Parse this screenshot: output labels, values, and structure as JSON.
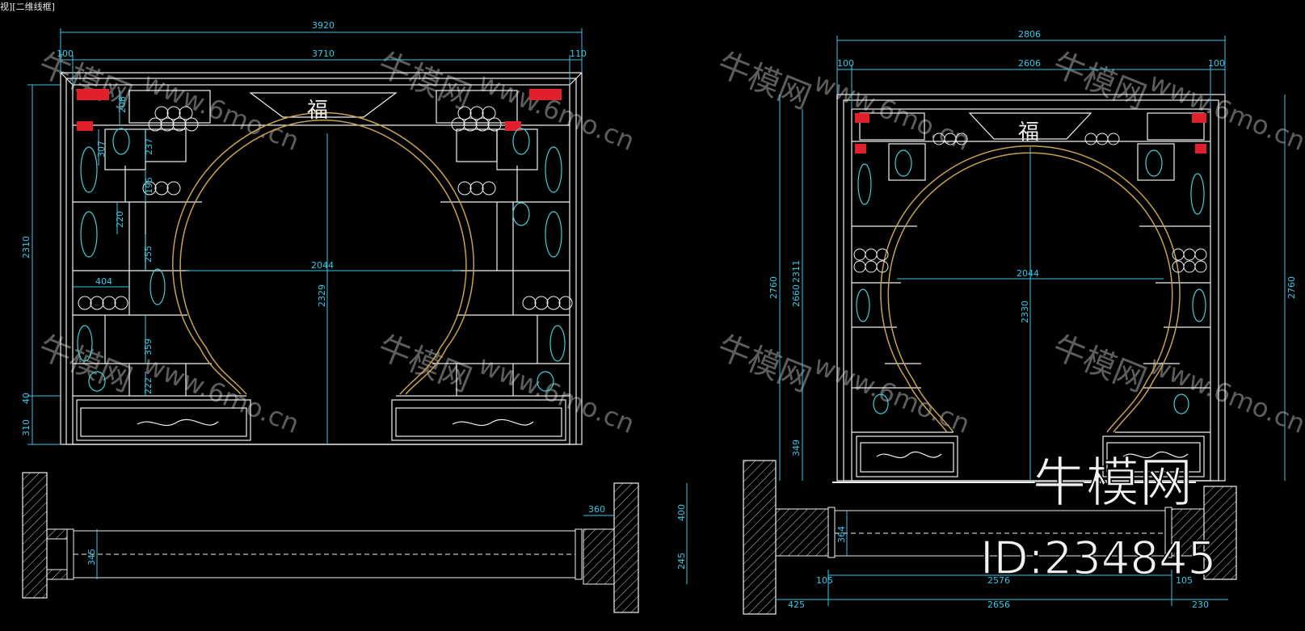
{
  "viewport": {
    "label": "视][二维线框]"
  },
  "left_elevation": {
    "dims": {
      "overall": "3920",
      "inner": "3710",
      "left_margin": "100",
      "right_margin": "110",
      "height": "2310",
      "base_40": "40",
      "base_310": "310",
      "arch_width": "2044",
      "arch_height": "2329",
      "shelf_208": "208",
      "shelf_307": "307",
      "shelf_237": "237",
      "shelf_195": "195",
      "shelf_220": "220",
      "shelf_255": "255",
      "shelf_404": "404",
      "shelf_359": "359",
      "shelf_222": "222"
    }
  },
  "left_plan": {
    "dims": {
      "depth_360": "360",
      "wall_400": "400",
      "wall_245": "245",
      "depth_345": "345"
    }
  },
  "right_elevation": {
    "dims": {
      "overall": "2806",
      "inner": "2606",
      "left_margin": "100",
      "right_margin": "100",
      "height_left": "2760",
      "height_2660": "2660",
      "height_2311": "2311",
      "base_349": "349",
      "arch_width": "2044",
      "arch_height": "2330",
      "height_right": "2760"
    }
  },
  "right_plan": {
    "dims": {
      "depth_364": "364",
      "w_105a": "105",
      "w_2576": "2576",
      "w_105b": "105",
      "w_425": "425",
      "w_2656": "2656",
      "w_230": "230"
    }
  },
  "watermark": {
    "text_cn": "牛模网",
    "text_url": "www.6mo.cn",
    "brand": "牛模网",
    "id": "ID:234845"
  },
  "colors": {
    "background": "#000000",
    "line": "#f0f0f0",
    "dimension": "#35c8e6",
    "arch": "#c8a050",
    "accent_red": "#e0202a",
    "ornament": "#40d0d8"
  }
}
